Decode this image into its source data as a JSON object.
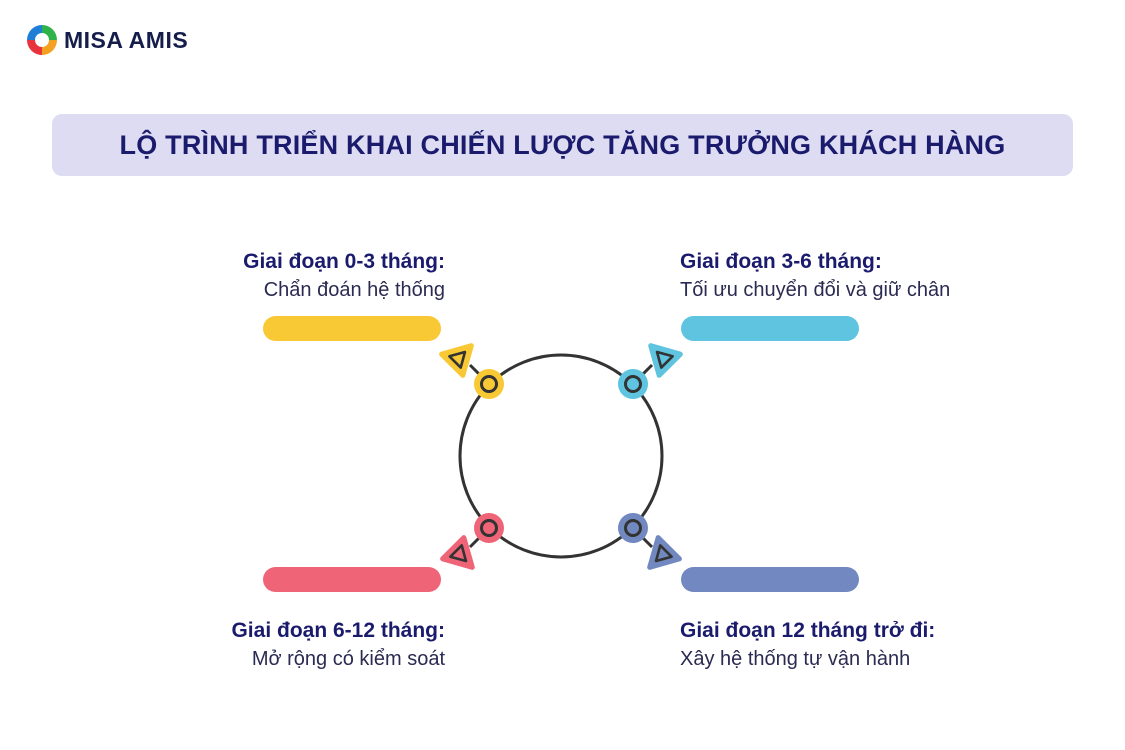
{
  "brand": {
    "name": "MISA AMIS"
  },
  "title": "LỘ TRÌNH TRIỂN KHAI CHIẾN LƯỢC TĂNG TRƯỞNG KHÁCH HÀNG",
  "colors": {
    "navy": "#1b1b6e",
    "yellow": "#f9c935",
    "cyan": "#5ec4e0",
    "red": "#f06478",
    "blue": "#7189c0",
    "title_bg": "#dedcf2"
  },
  "stages": [
    {
      "heading": "Giai đoạn 0-3 tháng:",
      "subtitle": "Chẩn đoán hệ thống",
      "color": "#f9c935"
    },
    {
      "heading": "Giai đoạn 3-6 tháng:",
      "subtitle": "Tối ưu chuyển đổi và giữ chân",
      "color": "#5ec4e0"
    },
    {
      "heading": "Giai đoạn 6-12 tháng:",
      "subtitle": "Mở rộng có kiểm soát",
      "color": "#f06478"
    },
    {
      "heading": "Giai đoạn 12 tháng trở đi:",
      "subtitle": "Xây hệ thống tự vận hành",
      "color": "#7189c0"
    }
  ]
}
